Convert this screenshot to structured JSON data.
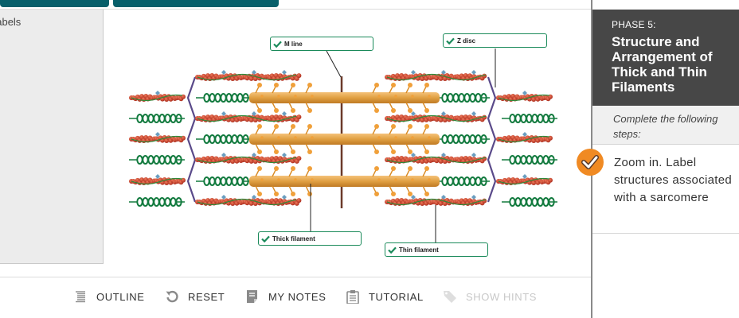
{
  "top_tabs": [
    {
      "label": ""
    },
    {
      "label": ""
    }
  ],
  "left_panel": {
    "label": "Labels",
    "visible_text": "abels"
  },
  "diagram": {
    "labels": [
      {
        "text": "M line",
        "status": "correct"
      },
      {
        "text": "Z disc",
        "status": "correct"
      },
      {
        "text": "Thick filament",
        "status": "correct"
      },
      {
        "text": "Thin filament",
        "status": "correct"
      }
    ],
    "colors": {
      "label_border": "#1a8a5a",
      "check": "#1a8a5a",
      "thick": "#e8a23c",
      "thin": "#c0392b",
      "titin": "#127a3e",
      "zdisc": "#5a4a8a",
      "mline": "#6b3a2a"
    }
  },
  "toolbar": {
    "items": [
      {
        "label": "OUTLINE",
        "icon": "outline-icon",
        "enabled": true
      },
      {
        "label": "RESET",
        "icon": "reset-icon",
        "enabled": true
      },
      {
        "label": "MY NOTES",
        "icon": "notes-icon",
        "enabled": true
      },
      {
        "label": "TUTORIAL",
        "icon": "clipboard-icon",
        "enabled": true
      },
      {
        "label": "SHOW HINTS",
        "icon": "tag-icon",
        "enabled": false
      }
    ]
  },
  "sidebar": {
    "phase": "PHASE 5:",
    "title": "Structure and Arrangement of Thick and Thin Filaments",
    "instructions": "Complete the following steps:",
    "steps": [
      {
        "text": "Zoom in. Label structures associated with a sarcomere",
        "completed": true
      }
    ],
    "colors": {
      "header_bg": "#474747",
      "check_badge": "#f08a23",
      "accent": "#075f6a"
    }
  }
}
